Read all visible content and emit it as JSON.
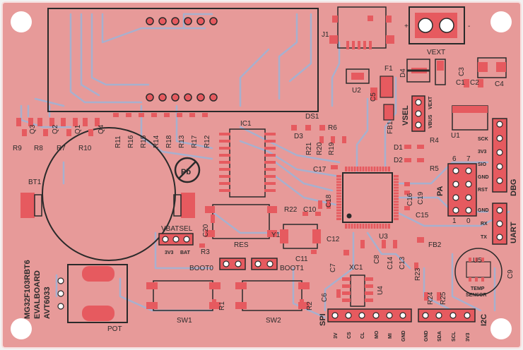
{
  "board": {
    "colors": {
      "pcb": "#e79a99",
      "edge": "#f2f2f2",
      "pad": "#e65a5f",
      "silk": "#2a2a2a",
      "trace": "#9db4d8",
      "hole": "#ffffff"
    },
    "chip_label": "MG32F103RBT6",
    "board_label": "EVALBOARD",
    "code_label": "AVT6033"
  },
  "components": {
    "j1": "J1",
    "u2": "U2",
    "c5": "C5",
    "f1": "F1",
    "d4": "D4",
    "c3": "C3",
    "c1": "C1",
    "c2": "C2",
    "c4": "C4",
    "vext": "VEXT",
    "vext_plus": "+",
    "vext_minus": "-",
    "fb1": "FB1",
    "vsel": "VSEL",
    "vbus": "VBUS",
    "vext_sel": "VEXT",
    "u1": "U1",
    "ds1": "DS1",
    "d3": "D3",
    "r6": "R6",
    "ic1": "IC1",
    "pb": "Pb",
    "r21": "R21",
    "r20": "R20",
    "r19": "R19",
    "d1": "D1",
    "d2": "D2",
    "r4": "R4",
    "r5": "R5",
    "c17": "C17",
    "pa": "PA",
    "pa_pin6": "6",
    "pa_pin7": "7",
    "pa_pin0": "0",
    "pa_pin1": "1",
    "c16": "C16",
    "c19": "C19",
    "c15": "C15",
    "c18": "C18",
    "r22": "R22",
    "c10": "C10",
    "u3": "U3",
    "c12": "C12",
    "y1": "Y1",
    "c11": "C11",
    "res": "RES",
    "r3": "R3",
    "c20": "C20",
    "vbatsel": "VBATSEL",
    "v3v3": "3V3",
    "vbat": "BAT",
    "boot0": "BOOT0",
    "boot1": "BOOT1",
    "c7": "C7",
    "xc1": "XC1",
    "c8": "C8",
    "c14": "C14",
    "c13": "C13",
    "r23": "R23",
    "fb2": "FB2",
    "c6": "C6",
    "u4": "U4",
    "r1": "R1",
    "r2": "R2",
    "sw1": "SW1",
    "sw2": "SW2",
    "bt1": "BT1",
    "pot": "POT",
    "r24": "R24",
    "r25": "R25",
    "u5": "U5",
    "c9": "C9",
    "temp": "TEMP",
    "sensor": "SENSOR",
    "r9": "R9",
    "r8": "R8",
    "r7": "R7",
    "r10": "R10",
    "q3": "Q3",
    "q2": "Q2",
    "q1": "Q1",
    "q4": "Q4",
    "r11": "R11",
    "r16": "R16",
    "r15": "R15",
    "r14": "R14",
    "r18": "R18",
    "r13": "R13",
    "r17": "R17",
    "r12": "R12"
  },
  "headers": {
    "dbg": {
      "title": "DBG",
      "pins": [
        "SCK",
        "3V3",
        "SIO",
        "GND",
        "RST"
      ]
    },
    "uart": {
      "title": "UART",
      "pins": [
        "GND",
        "RX",
        "TX"
      ]
    },
    "spi": {
      "title": "SPI",
      "pins": [
        "3V",
        "CS",
        "CL",
        "MO",
        "MI",
        "GND"
      ]
    },
    "i2c": {
      "title": "I2C",
      "pins": [
        "GND",
        "SDA",
        "SCL",
        "3V3"
      ]
    }
  }
}
